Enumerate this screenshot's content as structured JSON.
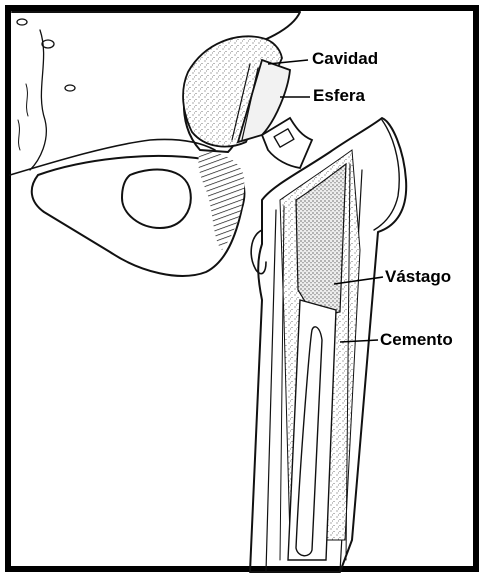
{
  "labels": {
    "cavidad": "Cavidad",
    "esfera": "Esfera",
    "vastago": "Vástago",
    "cemento": "Cemento"
  },
  "colors": {
    "background": "#ffffff",
    "ink": "#111111",
    "frame": "#000000"
  }
}
